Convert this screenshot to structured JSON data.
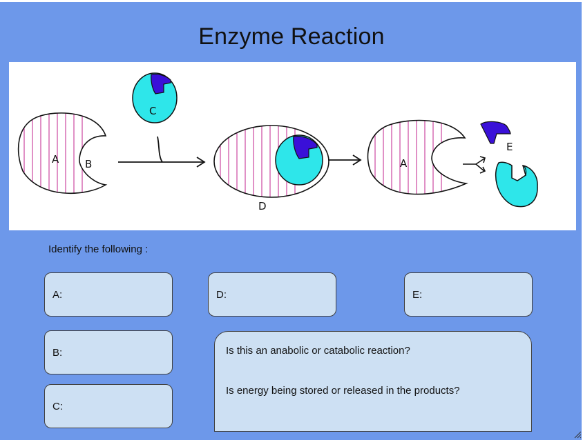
{
  "title": "Enzyme Reaction",
  "diagram": {
    "labels": {
      "a1": "A",
      "b": "B",
      "c": "C",
      "d": "D",
      "a2": "A",
      "e": "E"
    }
  },
  "prompt": "Identify the following :",
  "answers": {
    "a": "A:",
    "b": "B:",
    "c": "C:",
    "d": "D:",
    "e": "E:"
  },
  "questions": {
    "q1": "Is this an anabolic or catabolic reaction?",
    "q2": "Is energy being stored or released in the products?"
  },
  "colors": {
    "background": "#6d98ea",
    "box": "#cde0f3",
    "substrate": "#2ee6ea",
    "product_dark": "#3a10d8",
    "stripe": "#c0208c"
  }
}
